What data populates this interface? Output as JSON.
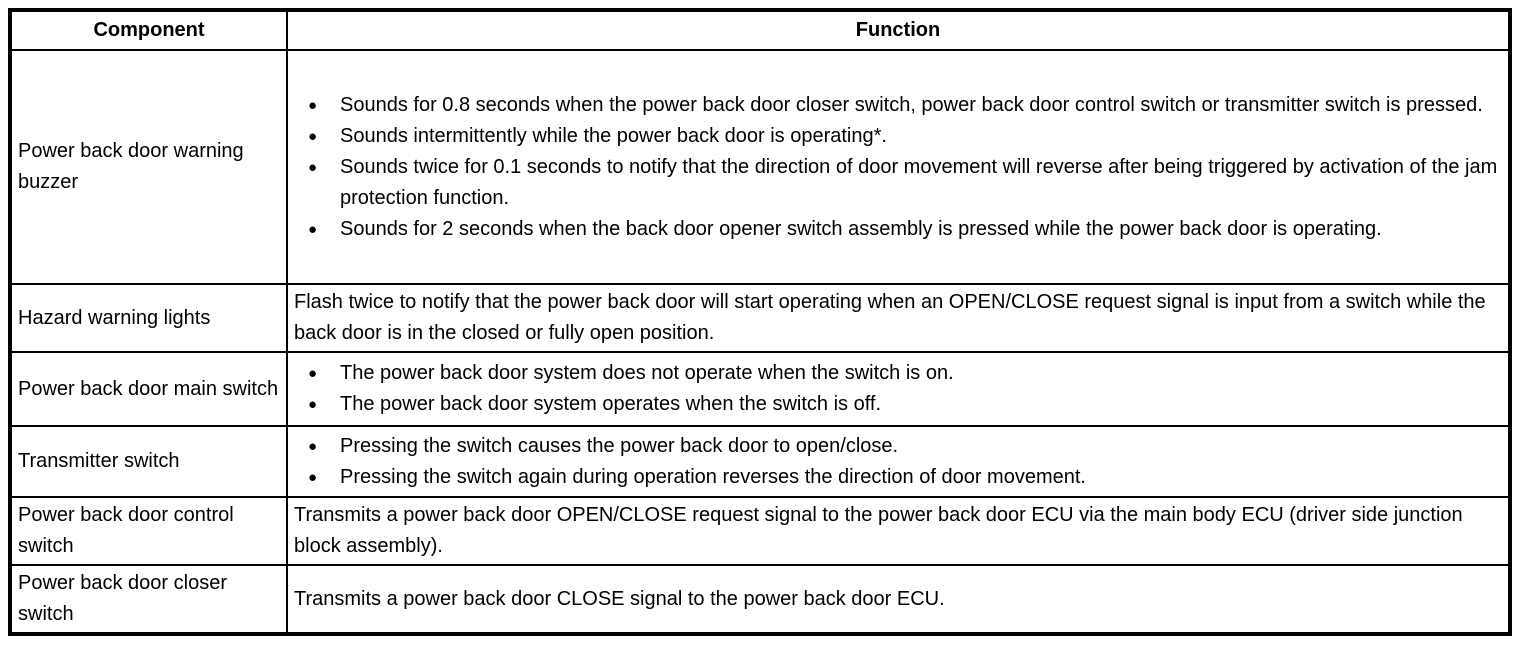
{
  "table": {
    "headers": {
      "component": "Component",
      "function": "Function"
    },
    "rows": [
      {
        "component": "Power back door warning buzzer",
        "function_type": "bullets",
        "items": [
          "Sounds for 0.8 seconds when the power back door closer switch, power back door control switch or transmitter switch is pressed.",
          "Sounds intermittently while the power back door is operating*.",
          "Sounds twice for 0.1 seconds to notify that the direction of door movement will reverse after being triggered by activation of the jam protection function.",
          "Sounds for 2 seconds when the back door opener switch assembly is pressed while the power back door is operating."
        ]
      },
      {
        "component": "Hazard warning lights",
        "function_type": "text",
        "text": "Flash twice to notify that the power back door will start operating when an OPEN/CLOSE request signal is input from a switch while the back door is in the closed or fully open position."
      },
      {
        "component": "Power back door main switch",
        "function_type": "bullets",
        "items": [
          "The power back door system does not operate when the switch is on.",
          "The power back door system operates when the switch is off."
        ]
      },
      {
        "component": "Transmitter switch",
        "function_type": "bullets",
        "items": [
          "Pressing the switch causes the power back door to open/close.",
          "Pressing the switch again during operation reverses the direction of door movement."
        ]
      },
      {
        "component": "Power back door control switch",
        "function_type": "text",
        "text": "Transmits a power back door OPEN/CLOSE request signal to the power back door ECU via the main body ECU (driver side junction block assembly)."
      },
      {
        "component": "Power back door closer switch",
        "function_type": "text",
        "text": "Transmits a power back door CLOSE signal to the power back door ECU."
      }
    ],
    "bullet_glyph": "●"
  }
}
